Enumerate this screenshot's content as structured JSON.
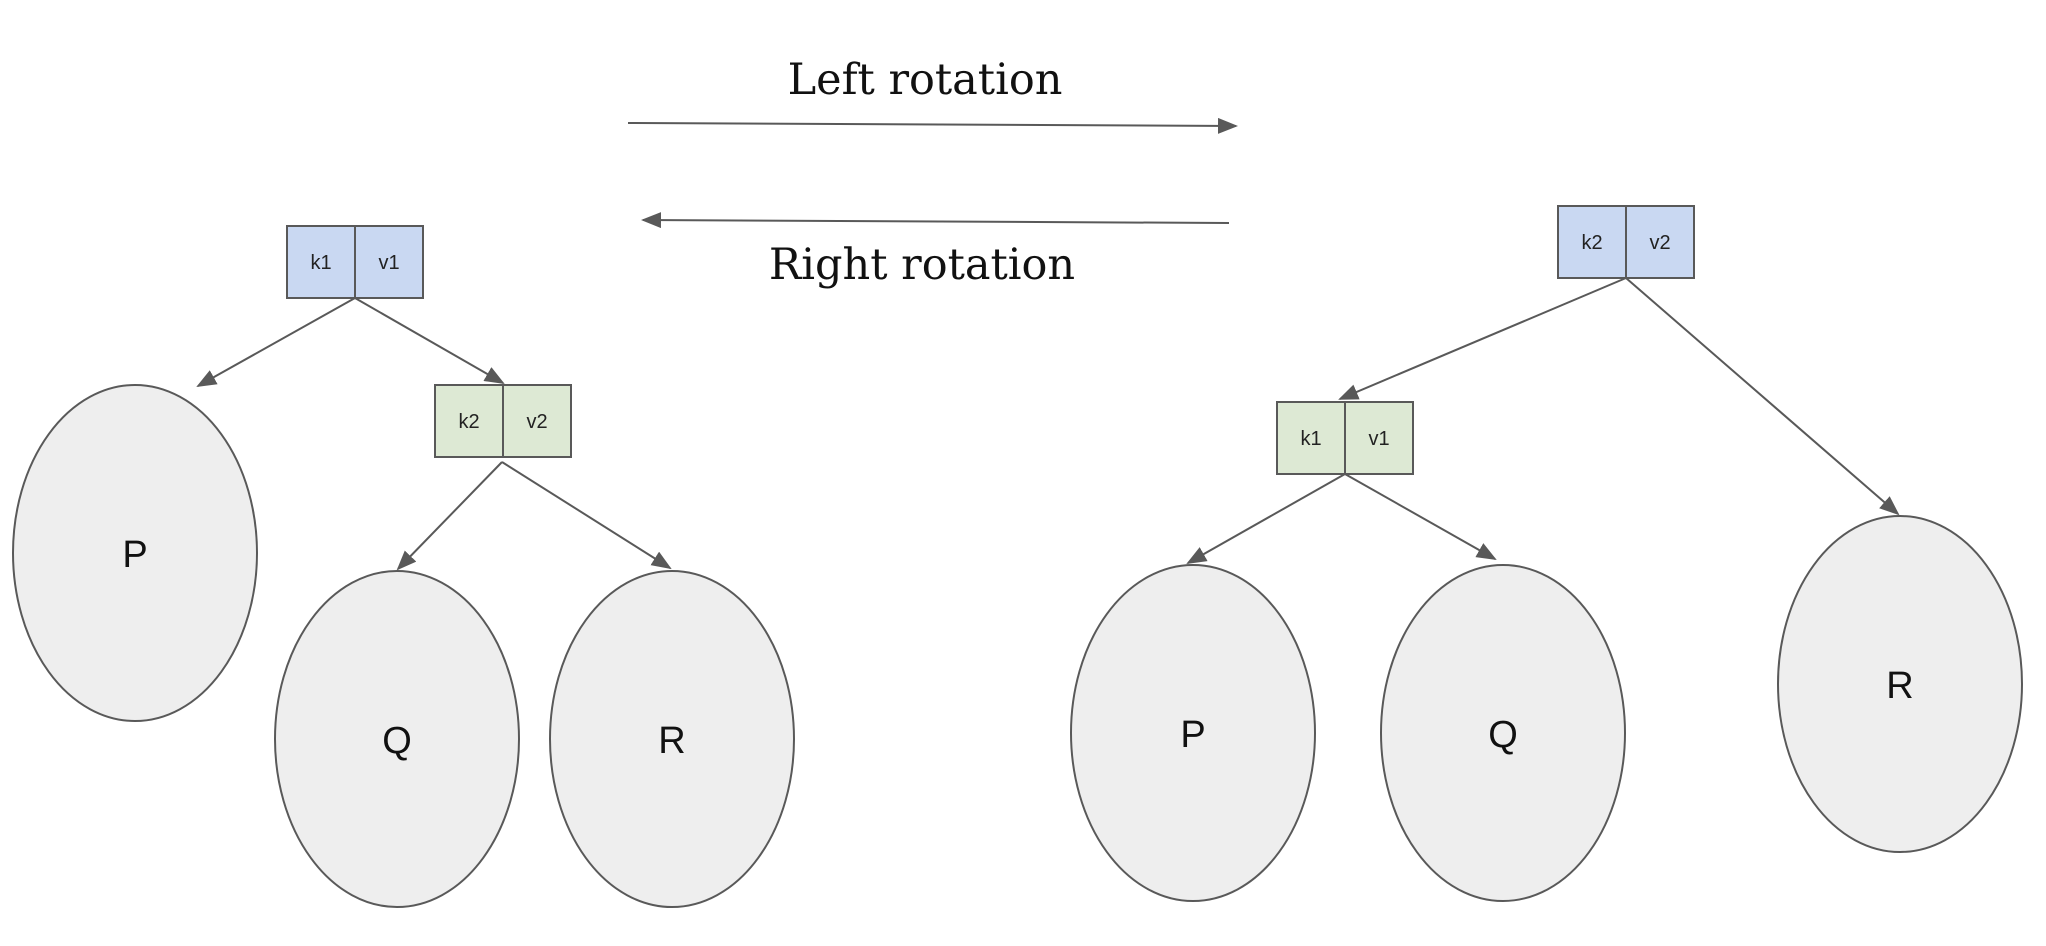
{
  "colors": {
    "root_node_fill": "#c9d8f2",
    "child_node_fill": "#dde9d4",
    "subtree_fill": "#eeeeee",
    "stroke": "#595959"
  },
  "captions": {
    "left_rotation": "Left rotation",
    "right_rotation": "Right rotation"
  },
  "left_tree": {
    "root": {
      "key": "k1",
      "value": "v1"
    },
    "child": {
      "key": "k2",
      "value": "v2"
    },
    "subtrees": [
      "P",
      "Q",
      "R"
    ]
  },
  "right_tree": {
    "root": {
      "key": "k2",
      "value": "v2"
    },
    "child": {
      "key": "k1",
      "value": "v1"
    },
    "subtrees": [
      "P",
      "Q",
      "R"
    ]
  }
}
